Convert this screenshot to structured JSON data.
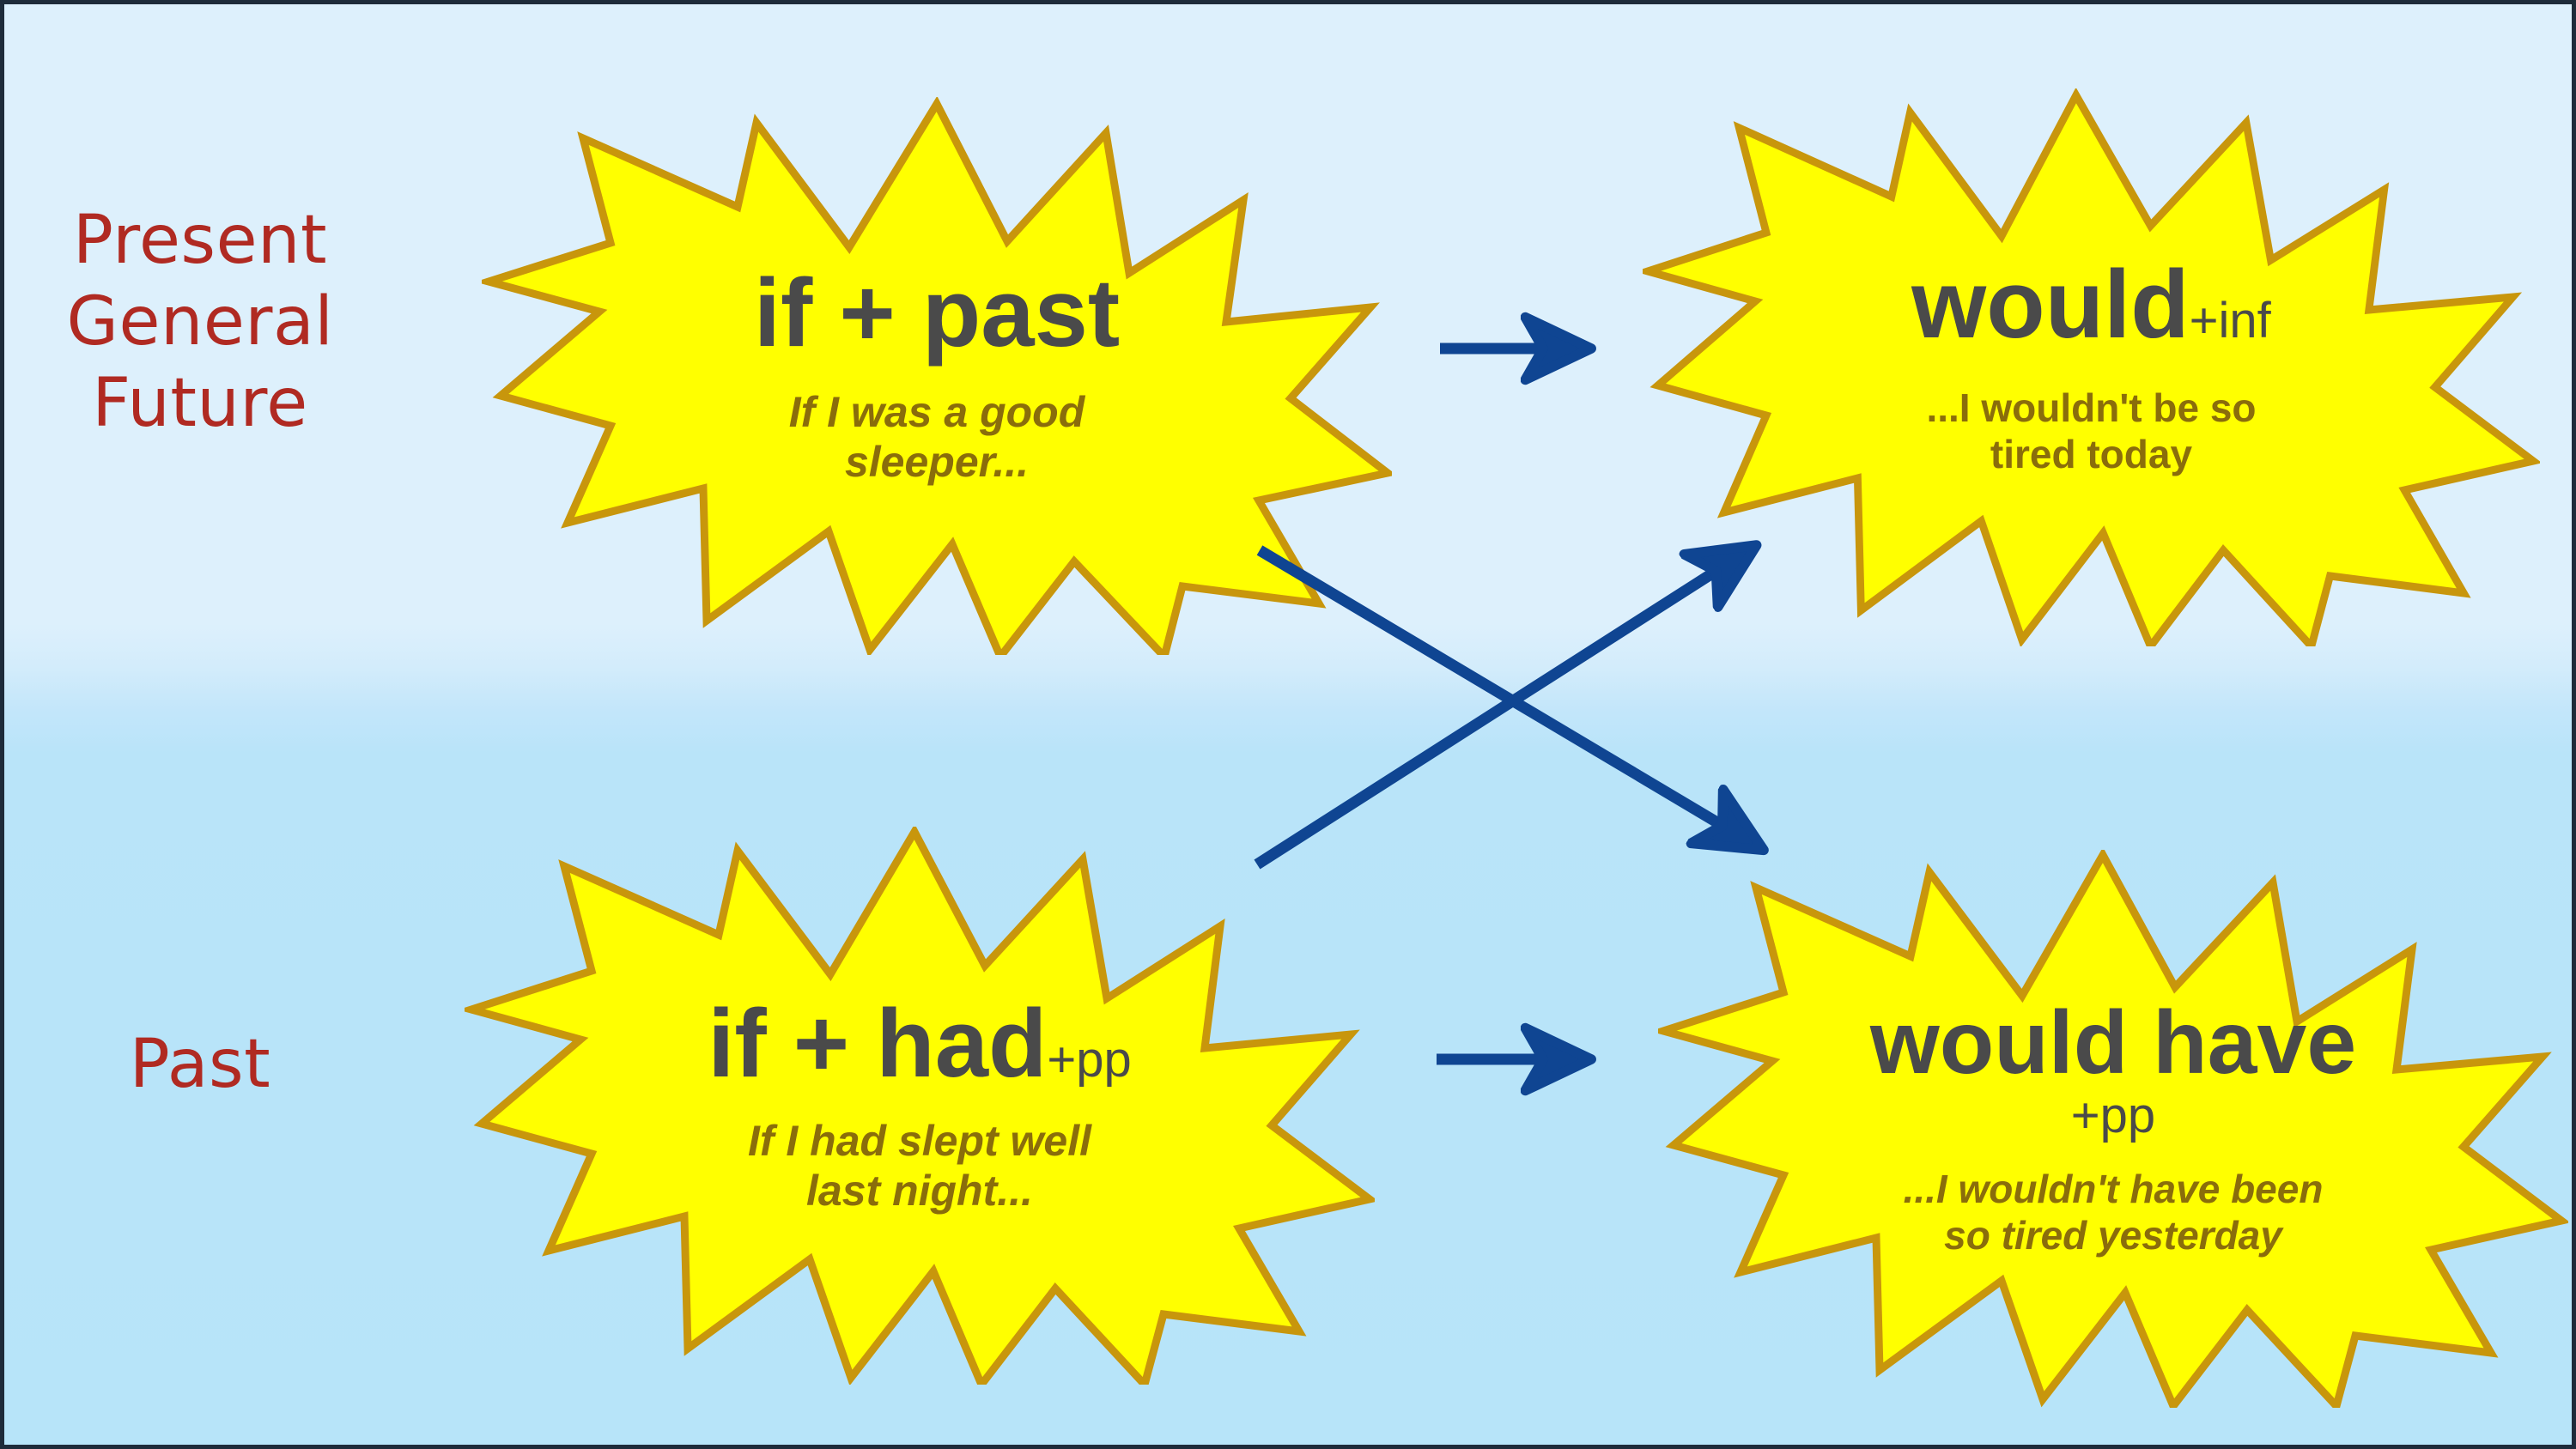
{
  "diagram": {
    "title_semantic": "english-conditionals-diagram",
    "colors": {
      "background_top": "#ddf0fc",
      "background_bottom": "#b7e4f9",
      "burst_fill": "#ffff00",
      "burst_border": "#c8960c",
      "arrow": "#0f4592",
      "row_label_text": "#b02a22",
      "burst_title_text": "#4a4a4a",
      "burst_subtitle_text": "#8a6d0b"
    },
    "rows": [
      {
        "id": "present-general-future",
        "label": "Present\nGeneral\nFuture"
      },
      {
        "id": "past",
        "label": "Past"
      }
    ],
    "bursts": [
      {
        "id": "if-past",
        "title": "if + past",
        "suffix": "",
        "subtitle": "If I was a good\nsleeper...",
        "subtitle_italic": true
      },
      {
        "id": "would-inf",
        "title": "would",
        "suffix": "+inf",
        "subtitle": "...I wouldn't be so\ntired today",
        "subtitle_italic": false
      },
      {
        "id": "if-had",
        "title": "if + had",
        "suffix": "+pp",
        "subtitle": "If I had slept well\nlast night...",
        "subtitle_italic": true
      },
      {
        "id": "would-have",
        "title": "would have",
        "suffix": "+pp",
        "subtitle": "...I wouldn't have been\nso tired yesterday",
        "subtitle_italic": true
      }
    ],
    "arrows": [
      {
        "id": "arrow-present-horizontal",
        "from": "if-past",
        "to": "would-inf",
        "direction": "right"
      },
      {
        "id": "arrow-past-horizontal",
        "from": "if-had",
        "to": "would-have",
        "direction": "right"
      },
      {
        "id": "arrow-mixed-present-to-past",
        "from": "if-past",
        "to": "would-have",
        "direction": "down-right"
      },
      {
        "id": "arrow-mixed-past-to-present",
        "from": "if-had",
        "to": "would-inf",
        "direction": "up-right"
      }
    ]
  }
}
